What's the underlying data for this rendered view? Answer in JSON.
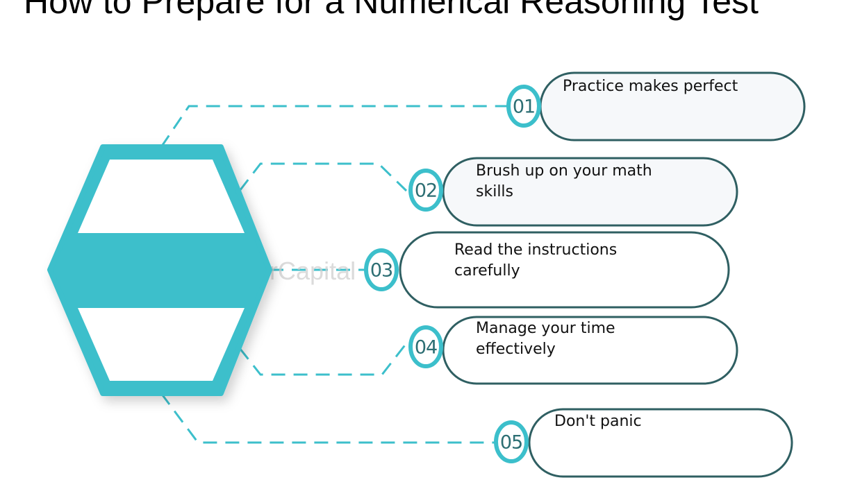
{
  "title": "How to Prepare for a Numerical Reasoning Test",
  "watermark": "FasterCapital",
  "colors": {
    "accent": "#3cbfcb",
    "box_border": "#2f5f62",
    "number_text": "#2c6e73",
    "box_fill": "#f6f8fa"
  },
  "steps": [
    {
      "number": "01",
      "text": "Practice makes perfect"
    },
    {
      "number": "02",
      "text": "Brush up on your math skills"
    },
    {
      "number": "03",
      "text": "Read the instructions carefully"
    },
    {
      "number": "04",
      "text": "Manage your time effectively"
    },
    {
      "number": "05",
      "text": "Don't panic"
    }
  ]
}
